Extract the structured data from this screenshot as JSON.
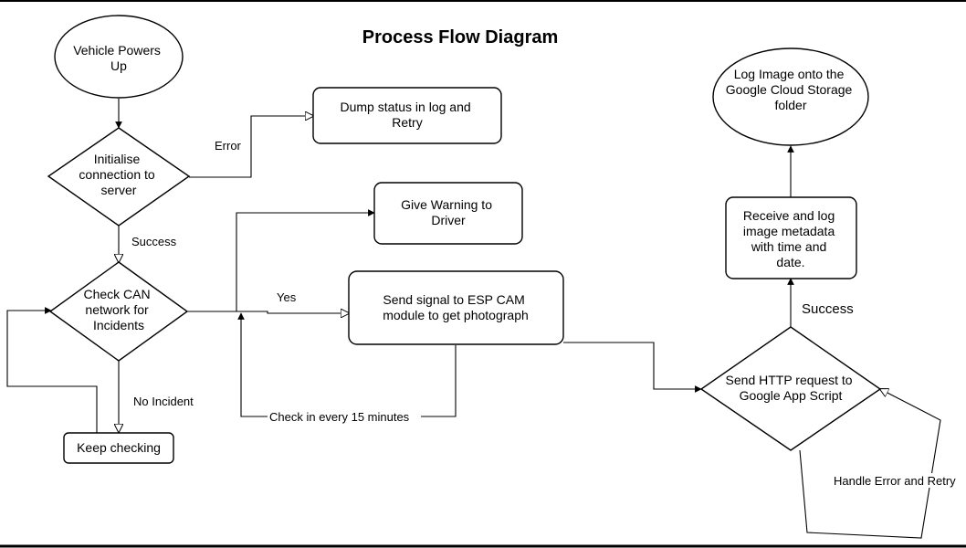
{
  "title": "Process Flow Diagram",
  "nodes": {
    "vehicle_powers_up": [
      "Vehicle Powers",
      "Up"
    ],
    "initialise_connection": [
      "Initialise",
      "connection to",
      "server"
    ],
    "dump_status": [
      "Dump status in log and",
      "Retry"
    ],
    "check_can": [
      "Check CAN",
      "network for",
      "Incidents"
    ],
    "give_warning": [
      "Give Warning to",
      "Driver"
    ],
    "send_signal": [
      "Send signal to ESP CAM",
      "module to get photograph"
    ],
    "keep_checking": [
      "Keep checking"
    ],
    "send_http": [
      "Send HTTP request to",
      "Google App Script"
    ],
    "receive_log": [
      "Receive and log",
      "image metadata",
      "with time and",
      "date."
    ],
    "log_image": [
      "Log Image onto the",
      "Google Cloud Storage",
      "folder"
    ]
  },
  "edge_labels": {
    "error": "Error",
    "success_1": "Success",
    "yes": "Yes",
    "no_incident": "No Incident",
    "check_interval": "Check in every 15 minutes",
    "success_2": "Success",
    "handle_error": "Handle Error and Retry"
  }
}
